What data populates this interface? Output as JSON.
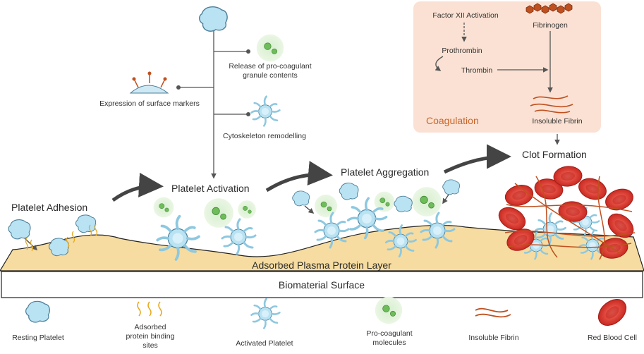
{
  "steps": {
    "adhesion": "Platelet Adhesion",
    "activation": "Platelet Activation",
    "aggregation": "Platelet Aggregation",
    "clot": "Clot Formation"
  },
  "activation_branches": {
    "release_line1": "Release of pro-coagulant",
    "release_line2": "granule contents",
    "markers": "Expression of surface markers",
    "cytoskeleton": "Cytoskeleton remodelling"
  },
  "coagulation": {
    "title": "Coagulation",
    "factor_xii": "Factor XII Activation",
    "prothrombin": "Prothrombin",
    "thrombin": "Thrombin",
    "fibrinogen": "Fibrinogen",
    "insoluble_fibrin": "Insoluble Fibrin"
  },
  "layers": {
    "protein_layer": "Adsorbed Plasma Protein Layer",
    "surface": "Biomaterial Surface"
  },
  "legend": {
    "resting": "Resting Platelet",
    "adsorbed_line1": "Adsorbed",
    "adsorbed_line2": "protein binding",
    "adsorbed_line3": "sites",
    "activated": "Activated Platelet",
    "procoag_line1": "Pro-coagulant",
    "procoag_line2": "molecules",
    "fibrin": "Insoluble Fibrin",
    "rbc": "Red Blood Cell"
  },
  "colors": {
    "protein_layer": "#f6dca0",
    "coag_box": "#fbe1d3",
    "coag_title": "#c9652a",
    "platelet": "#b9e2f2",
    "granule": "#7cc36a",
    "fibrin": "#c0501f",
    "rbc": "#d9312a",
    "arrow": "#444444"
  }
}
